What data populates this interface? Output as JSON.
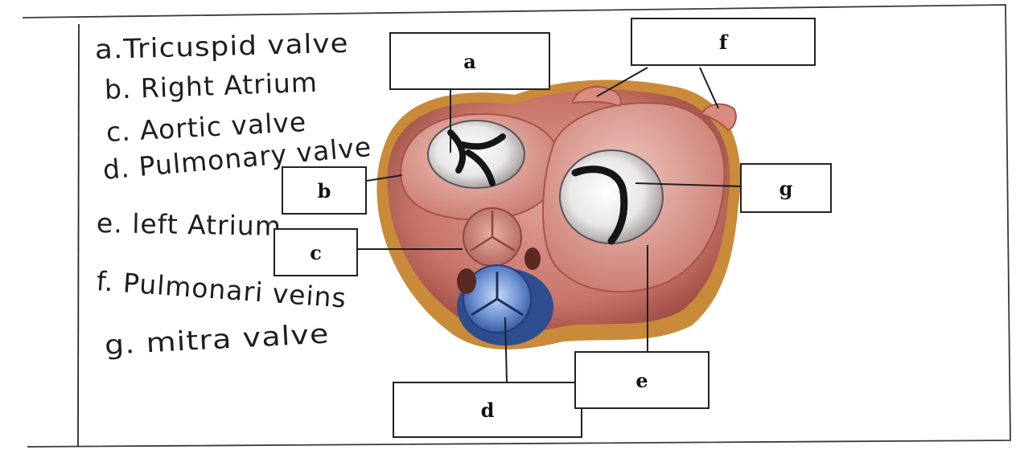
{
  "answers": [
    "a.Tricuspid valve",
    "b. Right Atrium",
    "c. Aortic valve",
    "d. Pulmonary valve",
    "e. left Atrium",
    "f. Pulmonari veins",
    "g. mitra valve"
  ],
  "labels": [
    "a",
    "b",
    "c",
    "d",
    "e",
    "f",
    "g"
  ]
}
